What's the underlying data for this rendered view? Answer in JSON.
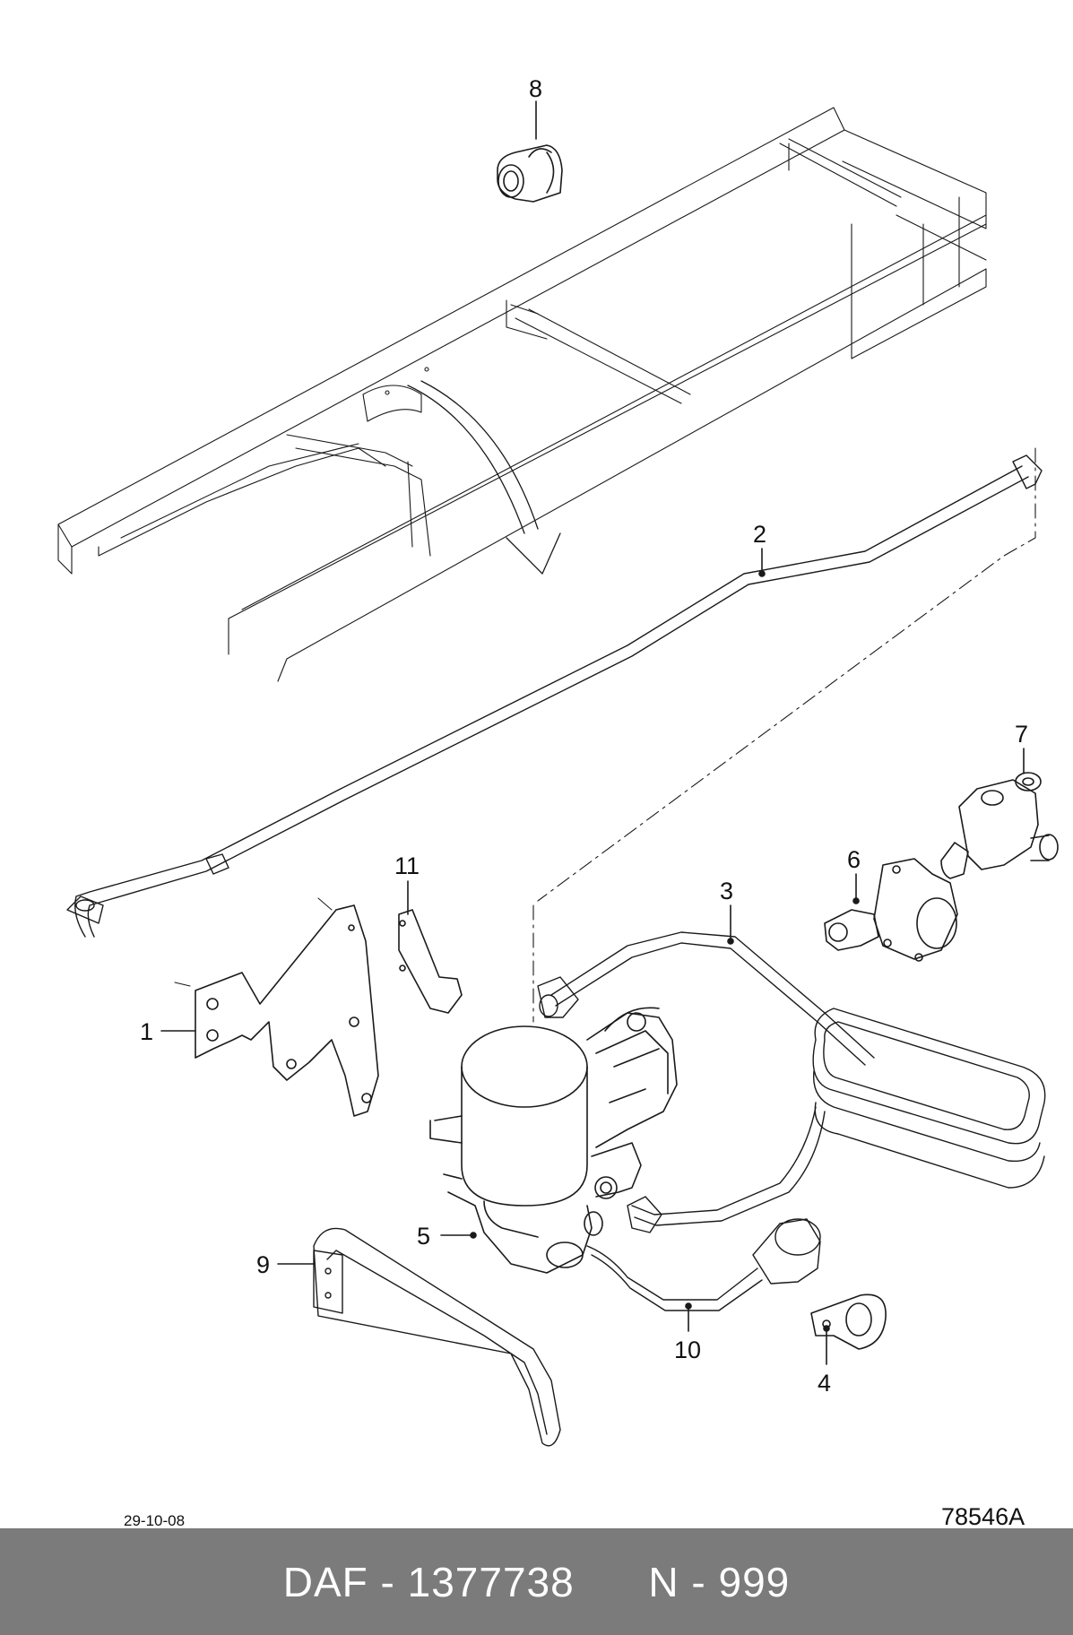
{
  "callouts": {
    "c1": "1",
    "c2": "2",
    "c3": "3",
    "c4": "4",
    "c5": "5",
    "c6": "6",
    "c7": "7",
    "c8": "8",
    "c9": "9",
    "c10": "10",
    "c11": "11"
  },
  "drawing_date": "29-10-08",
  "drawing_ref": "78546A",
  "footer": {
    "brand": "DAF - 1377738",
    "code": "N - 999"
  },
  "colors": {
    "line": "#1a1a1a",
    "footer_bg": "#7b7b7b",
    "footer_text": "#ffffff"
  }
}
